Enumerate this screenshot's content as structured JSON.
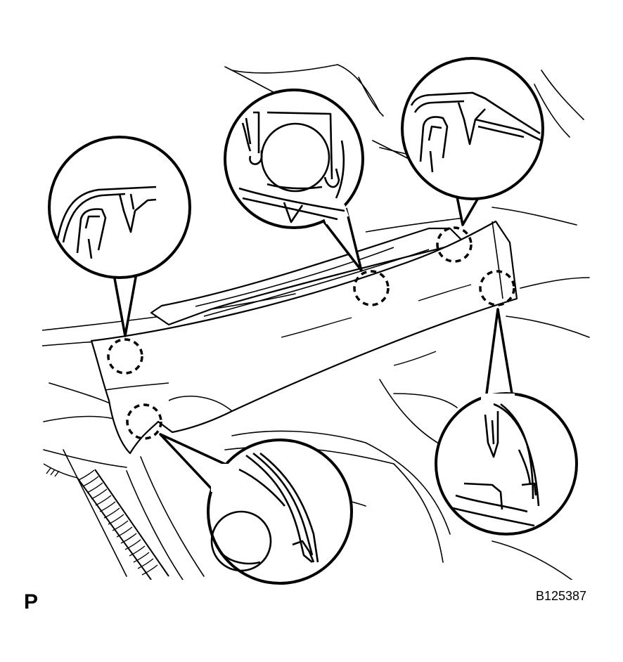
{
  "figure": {
    "view_letter": "P",
    "figure_code": "B125387"
  },
  "colors": {
    "ink": "#000000",
    "paper": "#ffffff"
  },
  "callouts": [
    {
      "id": "left-clip-detail",
      "icon": "clip-detail-icon"
    },
    {
      "id": "center-clip-detail",
      "icon": "clip-detail-icon"
    },
    {
      "id": "right-upper-clip-detail",
      "icon": "clip-detail-icon"
    },
    {
      "id": "right-lower-clip-detail",
      "icon": "clip-detail-icon"
    },
    {
      "id": "bottom-clip-detail",
      "icon": "clip-detail-icon"
    }
  ]
}
